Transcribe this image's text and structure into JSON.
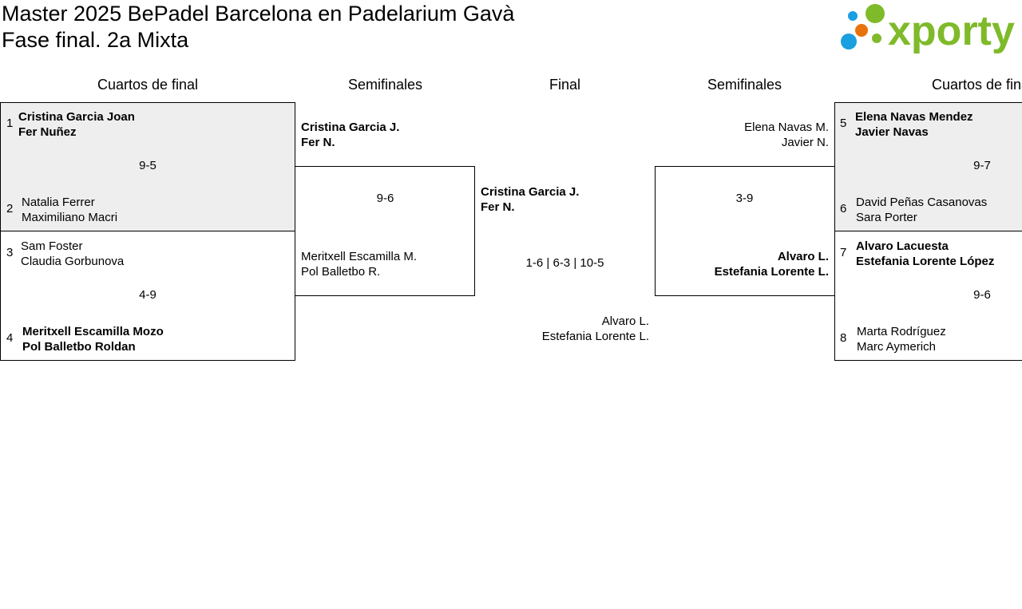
{
  "header": {
    "title_line1": "Master 2025 BePadel Barcelona en Padelarium Gavà",
    "title_line2": "Fase final. 2a Mixta",
    "logo_text": "xporty",
    "colors": {
      "logo_green": "#7fba2a",
      "logo_blue": "#1a9fe0",
      "logo_orange": "#e8730c"
    }
  },
  "rounds": {
    "left_qf": "Cuartos de final",
    "left_sf": "Semifinales",
    "final": "Final",
    "right_sf": "Semifinales",
    "right_qf": "Cuartos de final"
  },
  "qf_left": [
    {
      "top": {
        "seed": "1",
        "p1": "Cristina Garcia Joan",
        "p2": "Fer Nuñez"
      },
      "score": "9-5",
      "bottom": {
        "seed": "2",
        "p1": "Natalia Ferrer",
        "p2": "Maximiliano Macri"
      }
    },
    {
      "top": {
        "seed": "3",
        "p1": "Sam Foster",
        "p2": "Claudia Gorbunova"
      },
      "score": "4-9",
      "bottom": {
        "seed": "4",
        "p1": "Meritxell Escamilla Mozo",
        "p2": "Pol Balletbo Roldan"
      }
    }
  ],
  "sf_left": {
    "top": {
      "p1": "Cristina Garcia J.",
      "p2": "Fer N."
    },
    "score": "9-6",
    "bottom": {
      "p1": "Meritxell Escamilla M.",
      "p2": "Pol Balletbo R."
    }
  },
  "final": {
    "top": {
      "p1": "Cristina Garcia J.",
      "p2": "Fer N."
    },
    "score": "1-6 | 6-3 | 10-5",
    "bottom": {
      "p1": "Alvaro L.",
      "p2": "Estefania Lorente L."
    }
  },
  "sf_right": {
    "top": {
      "p1": "Elena Navas M.",
      "p2": "Javier N."
    },
    "score": "3-9",
    "bottom": {
      "p1": "Alvaro L.",
      "p2": "Estefania Lorente L."
    }
  },
  "qf_right": [
    {
      "top": {
        "seed": "5",
        "p1": "Elena Navas Mendez",
        "p2": "Javier Navas"
      },
      "score": "9-7",
      "bottom": {
        "seed": "6",
        "p1": "David Peñas Casanovas",
        "p2": "Sara Porter"
      }
    },
    {
      "top": {
        "seed": "7",
        "p1": "Alvaro Lacuesta",
        "p2": "Estefania Lorente López"
      },
      "score": "9-6",
      "bottom": {
        "seed": "8",
        "p1": "Marta Rodríguez",
        "p2": "Marc Aymerich"
      }
    }
  ]
}
